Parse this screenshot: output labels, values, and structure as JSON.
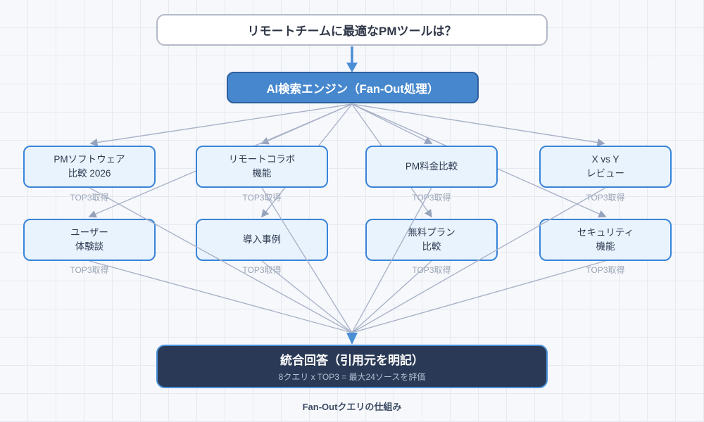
{
  "diagram": {
    "question": "リモートチームに最適なPMツールは？",
    "engine": "AI検索エンジン（Fan-Out処理）",
    "queries": [
      {
        "lines": [
          "PMソフトウェア",
          "比較 2026"
        ],
        "note": "TOP3取得"
      },
      {
        "lines": [
          "リモートコラボ",
          "機能"
        ],
        "note": "TOP3取得"
      },
      {
        "lines": [
          "PM料金比較"
        ],
        "note": "TOP3取得"
      },
      {
        "lines": [
          "X vs Y",
          "レビュー"
        ],
        "note": "TOP3取得"
      },
      {
        "lines": [
          "ユーザー",
          "体験談"
        ],
        "note": "TOP3取得"
      },
      {
        "lines": [
          "導入事例"
        ],
        "note": "TOP3取得"
      },
      {
        "lines": [
          "無料プラン",
          "比較"
        ],
        "note": "TOP3取得"
      },
      {
        "lines": [
          "セキュリティ",
          "機能"
        ],
        "note": "TOP3取得"
      }
    ],
    "result": {
      "title": "統合回答（引用元を明記）",
      "subtitle": "8クエリ x TOP3 = 最大24ソースを評価"
    },
    "caption": "Fan-Outクエリの仕組み",
    "colors": {
      "background": "#f7f8fb",
      "grid_line": "#e6e9f0",
      "engine_fill": "#4687cd",
      "engine_border": "#2d5f9f",
      "query_fill": "#e9f3fd",
      "query_border": "#3884d8",
      "result_fill": "#2a3a56",
      "result_border": "#4a8fd8",
      "edge_line": "#a9b3c9",
      "arrow_blue": "#4a8ed6",
      "question_border": "#b3b9c8",
      "note_text": "#9ba6b6"
    }
  }
}
